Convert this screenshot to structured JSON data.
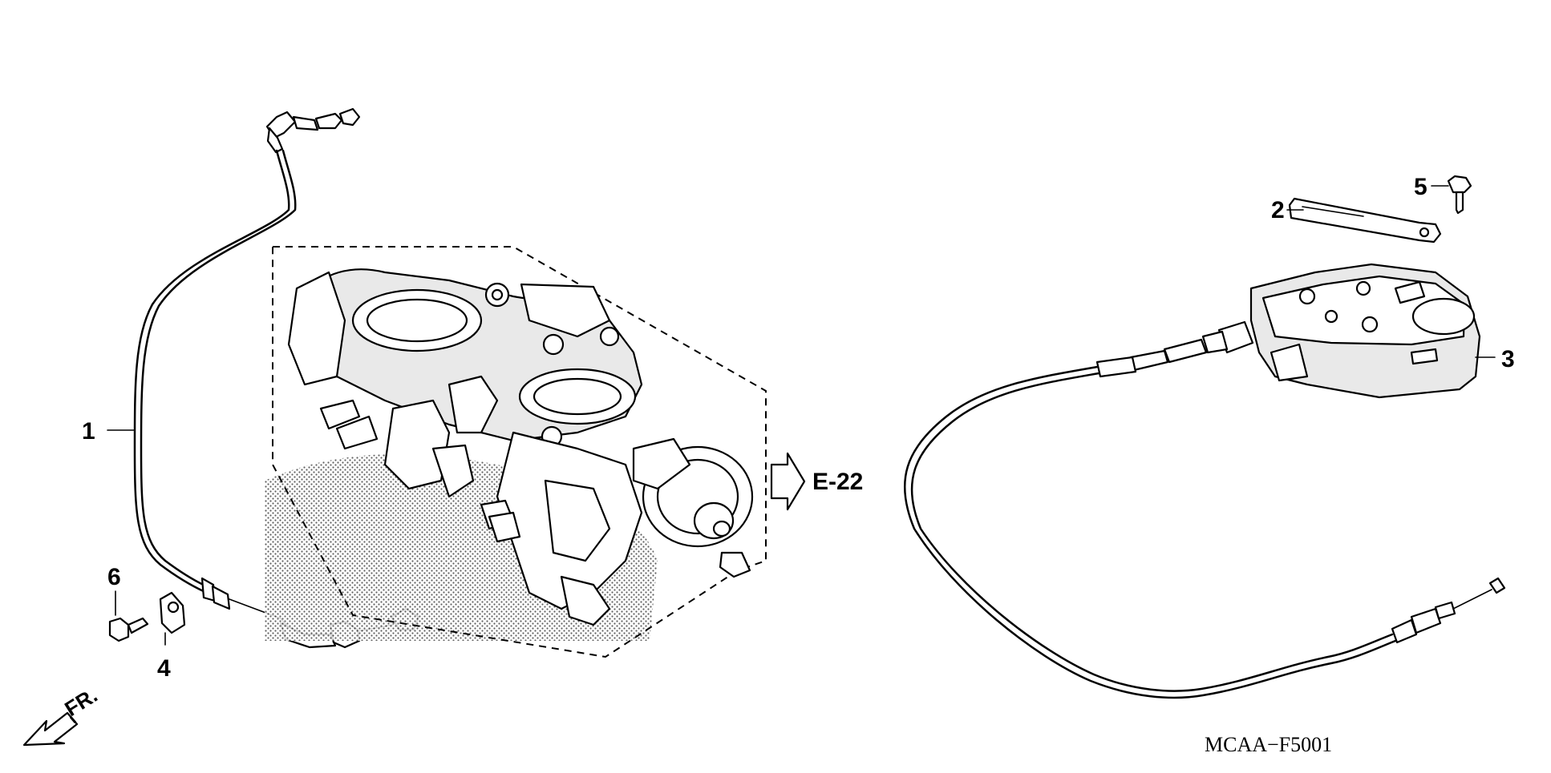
{
  "callouts": {
    "c1": "1",
    "c2": "2",
    "c3": "3",
    "c4": "4",
    "c5": "5",
    "c6": "6"
  },
  "reference": {
    "label": "E-22"
  },
  "direction": {
    "label": "FR."
  },
  "diagram_code": "MCAA−F5001"
}
